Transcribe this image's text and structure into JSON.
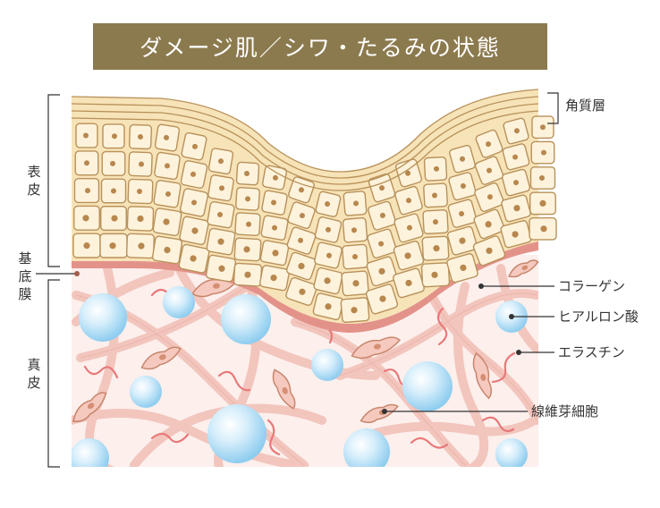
{
  "title": "ダメージ肌／シワ・たるみの状態",
  "labels": {
    "stratum_corneum": "角質層",
    "epidermis": "表皮",
    "basement_membrane": "基底膜",
    "dermis": "真皮",
    "collagen": "コラーゲン",
    "hyaluronic_acid": "ヒアルロン酸",
    "elastin": "エラスチン",
    "fibroblast": "線維芽細胞"
  },
  "colors": {
    "banner": "#8c7a4f",
    "cell_fill": "#fdf3dc",
    "cell_border": "#b8915a",
    "nucleus": "#b8874e",
    "basement": "#e3928a",
    "dermis_bg": "#fcefec",
    "collagen": "#f2c5bd",
    "elastin": "#e8797a",
    "bubble": "#a8d8f2"
  }
}
